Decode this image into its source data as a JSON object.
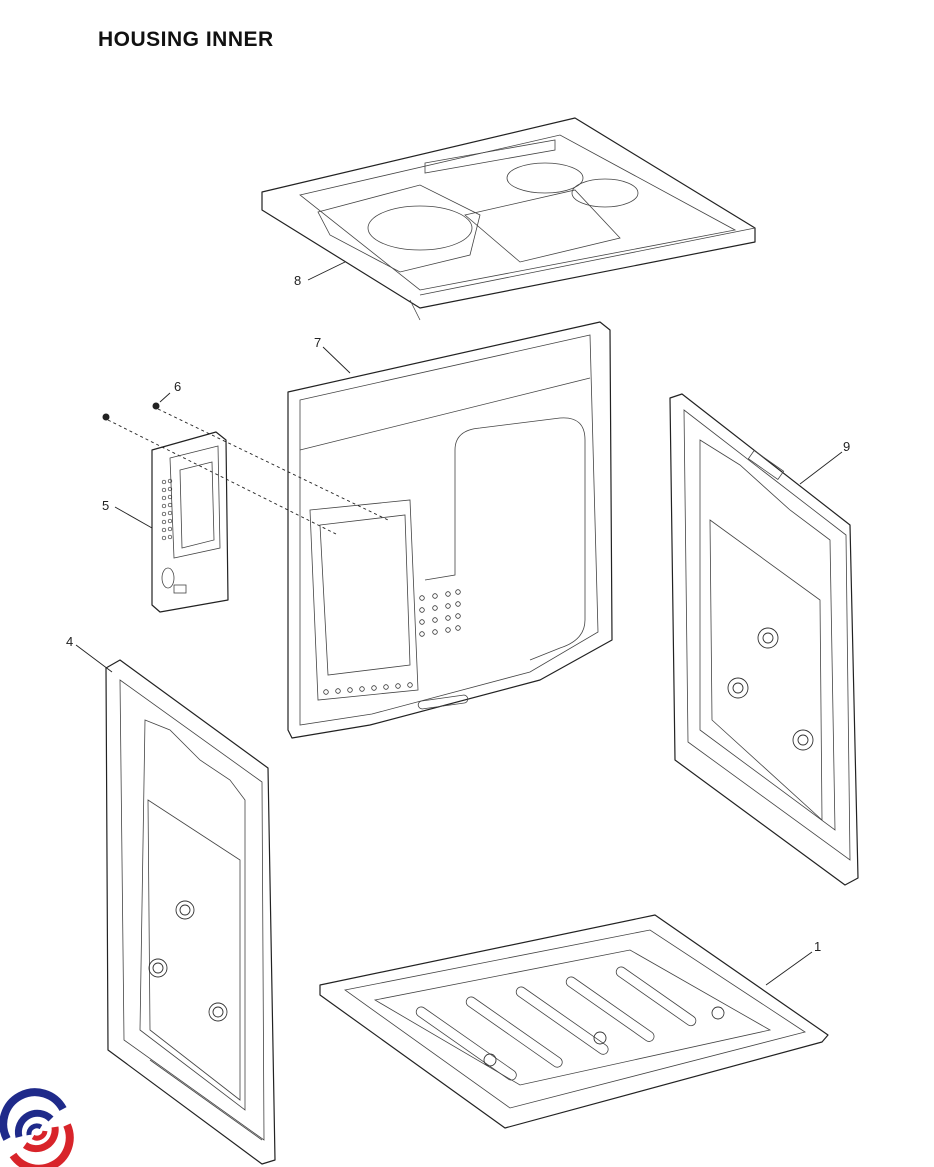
{
  "title": "HOUSING INNER",
  "callouts": {
    "part1": "1",
    "part4": "4",
    "part5": "5",
    "part6": "6",
    "part7": "7",
    "part8": "8",
    "part9": "9"
  },
  "logo": {
    "colors": [
      "#1f2a8a",
      "#d8242a"
    ]
  }
}
